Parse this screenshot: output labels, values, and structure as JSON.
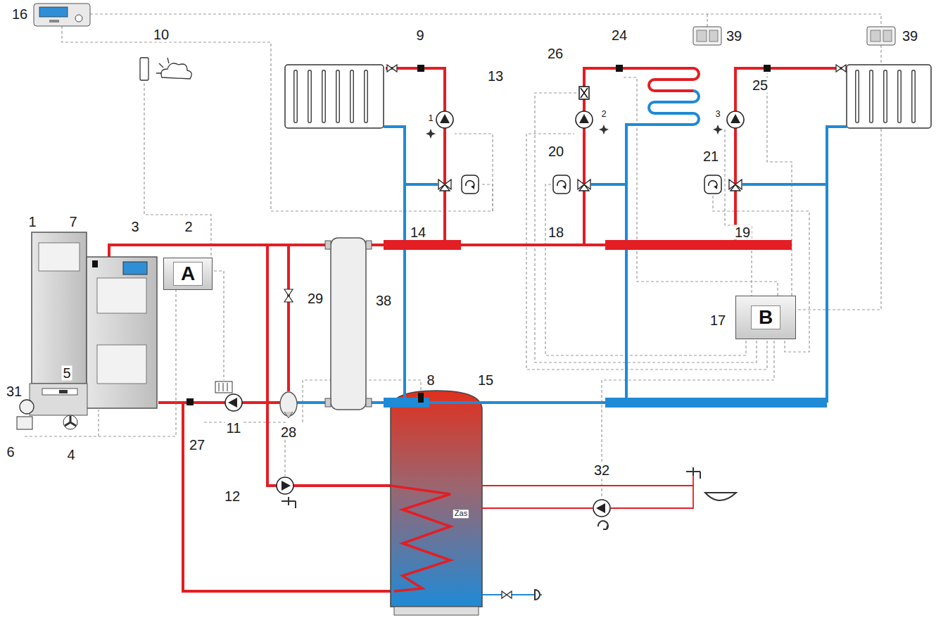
{
  "diagram": {
    "nodes": [
      {
        "text": [
          "A"
        ]
      },
      {
        "text": [
          "B"
        ]
      }
    ],
    "labels": [
      "16",
      "10",
      "9",
      "26",
      "24",
      "39",
      "39",
      "13",
      "25",
      "1",
      "2",
      "3",
      "20",
      "21",
      "3",
      "2",
      "1",
      "7",
      "14",
      "18",
      "19",
      "29",
      "38",
      "17",
      "5",
      "8",
      "15",
      "31",
      "11",
      "27",
      "6",
      "4",
      "28",
      "32",
      "12",
      "Zas"
    ]
  }
}
